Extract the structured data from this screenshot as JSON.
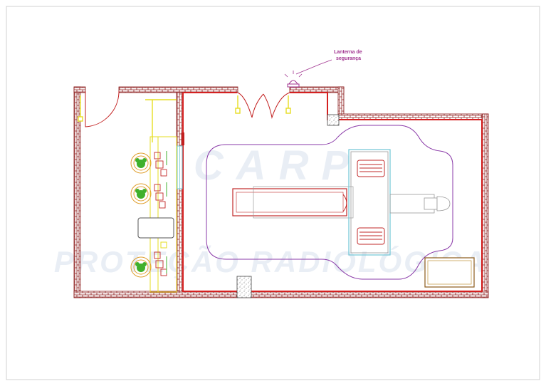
{
  "callout": {
    "line1": "Lanterna de",
    "line2": "segurança"
  },
  "watermark": {
    "logo_text": "CARP",
    "tagline": "PROTEÇÃO RADIOLÓGICA"
  },
  "colors": {
    "wall_brick": "#8b1a1a",
    "lead_lining": "#d42020",
    "door": "#c21f1f",
    "light_fixture": "#e6dd22",
    "zone_outline": "#8a3aa8",
    "equipment": "#c22a2a",
    "equipment_gray": "#9a9a9a",
    "glass": "#6fc6d6",
    "plant": "#3fb02c",
    "chair": "#e0a030",
    "callout": "#a0338f"
  },
  "icons": [
    "warning-lamp-icon",
    "door-swing-icon",
    "light-fixture-icon",
    "plant-icon",
    "chair-icon",
    "column-icon"
  ]
}
